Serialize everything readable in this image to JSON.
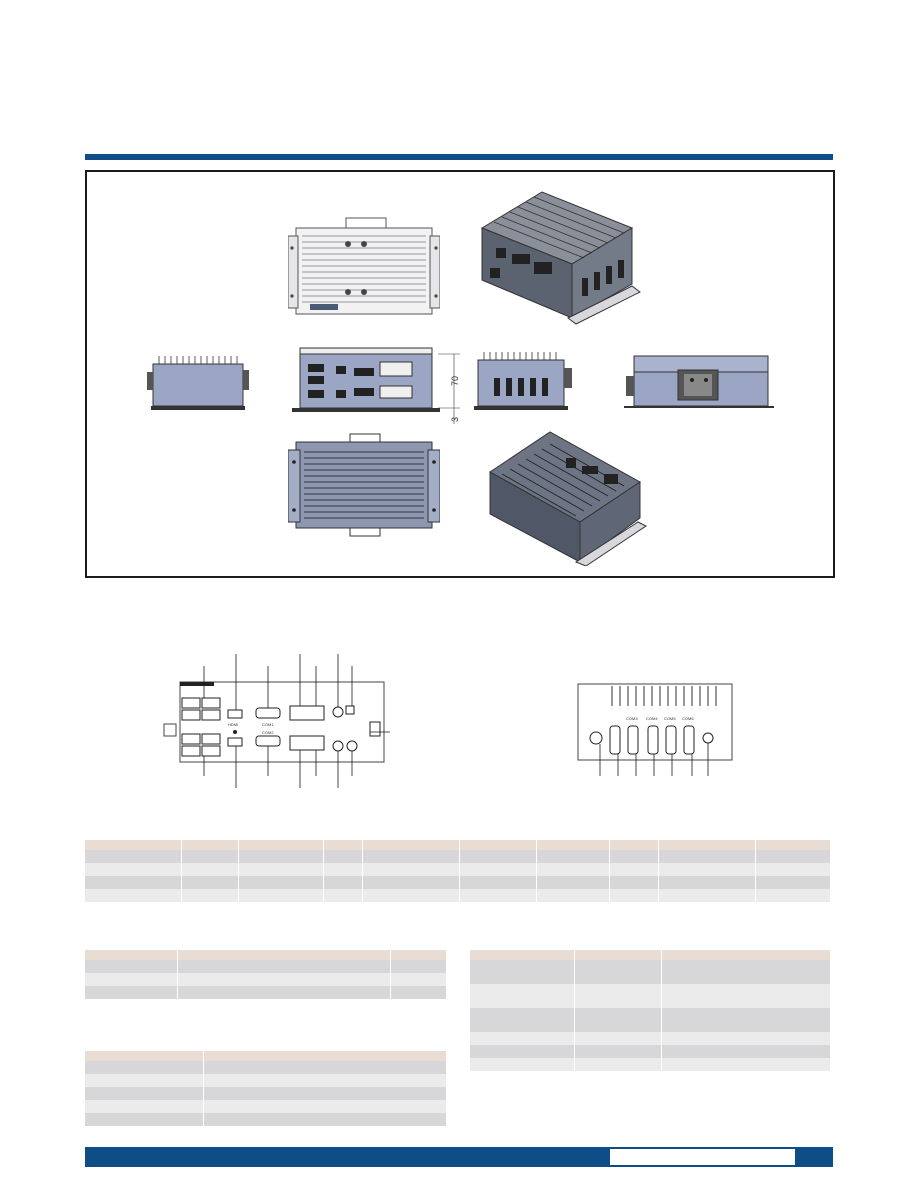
{
  "dimensions": {
    "height": "70",
    "base": "3"
  },
  "port_labels": {
    "front_com1": "COM1",
    "front_com2": "COM2",
    "front_hdmi": "HDMI",
    "rear_com3": "COM3",
    "rear_com4": "COM4",
    "rear_com5": "COM5",
    "rear_com6": "COM6"
  },
  "colors": {
    "brand_blue": "#0e4d86",
    "table_header": "#e8dcd3",
    "table_row_dark": "#d7d7d9",
    "table_row_light": "#ebebec"
  },
  "icons": {
    "power": "power-icon",
    "ground": "ground-icon",
    "antenna": "antenna-icon"
  }
}
